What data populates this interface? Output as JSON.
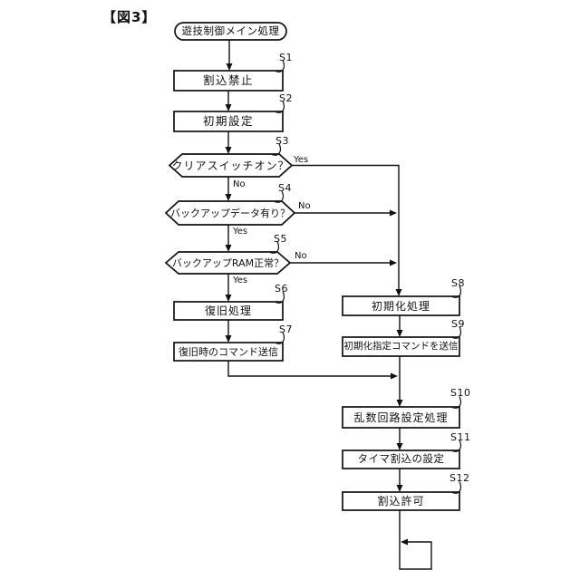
{
  "figure_title": "【図3】",
  "nodes": {
    "start": {
      "type": "terminator",
      "label": "遊技制御メイン処理"
    },
    "s1": {
      "tag": "S1",
      "type": "process",
      "label": "割込禁止"
    },
    "s2": {
      "tag": "S2",
      "type": "process",
      "label": "初期設定"
    },
    "s3": {
      "tag": "S3",
      "type": "decision",
      "label": "クリアスイッチオン？"
    },
    "s4": {
      "tag": "S4",
      "type": "decision",
      "label": "バックアップデータ有り？"
    },
    "s5": {
      "tag": "S5",
      "type": "decision",
      "label": "バックアップRAM正常？"
    },
    "s6": {
      "tag": "S6",
      "type": "process",
      "label": "復旧処理"
    },
    "s7": {
      "tag": "S7",
      "type": "process",
      "label": "復旧時のコマンド送信"
    },
    "s8": {
      "tag": "S8",
      "type": "process",
      "label": "初期化処理"
    },
    "s9": {
      "tag": "S9",
      "type": "process",
      "label": "初期化指定コマンドを送信"
    },
    "s10": {
      "tag": "S10",
      "type": "process",
      "label": "乱数回路設定処理"
    },
    "s11": {
      "tag": "S11",
      "type": "process",
      "label": "タイマ割込の設定"
    },
    "s12": {
      "tag": "S12",
      "type": "process",
      "label": "割込許可"
    }
  },
  "branches": {
    "s3": {
      "yes": "Yes",
      "no": "No"
    },
    "s4": {
      "yes": "Yes",
      "no": "No"
    },
    "s5": {
      "yes": "Yes",
      "no": "No"
    }
  },
  "colors": {
    "line": "#111111",
    "background": "#ffffff"
  }
}
